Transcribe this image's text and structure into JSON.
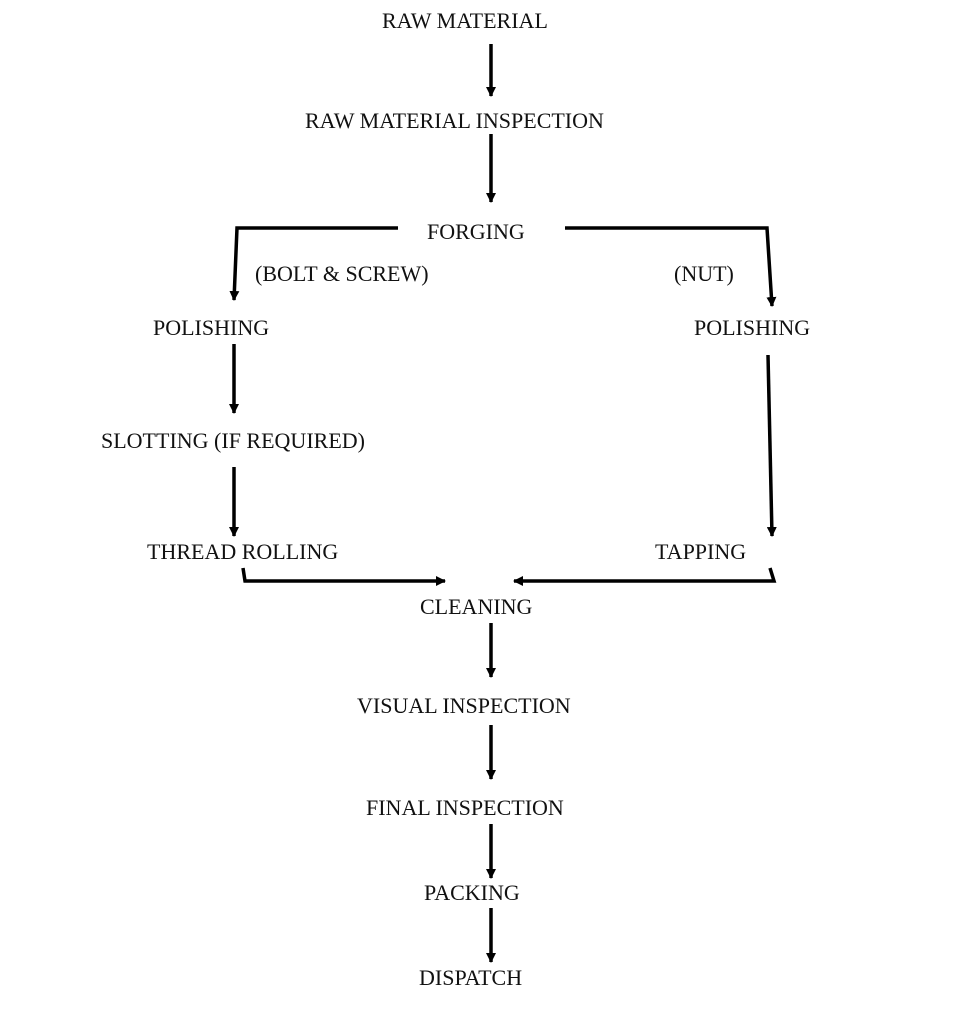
{
  "diagram": {
    "type": "process-flowchart",
    "nodes": {
      "raw_material": "RAW MATERIAL",
      "raw_material_inspection": "RAW MATERIAL INSPECTION",
      "forging": "FORGING",
      "branch_bolt_screw": "(BOLT & SCREW)",
      "branch_nut": "(NUT)",
      "polishing_left": "POLISHING",
      "polishing_right": "POLISHING",
      "slotting": "SLOTTING (IF REQUIRED)",
      "thread_rolling": "THREAD ROLLING",
      "tapping": "TAPPING",
      "cleaning": "CLEANING",
      "visual_inspection": "VISUAL INSPECTION",
      "final_inspection": "FINAL INSPECTION",
      "packing": "PACKING",
      "dispatch": "DISPATCH"
    },
    "edges": [
      [
        "raw_material",
        "raw_material_inspection"
      ],
      [
        "raw_material_inspection",
        "forging"
      ],
      [
        "forging",
        "polishing_left"
      ],
      [
        "forging",
        "polishing_right"
      ],
      [
        "polishing_left",
        "slotting"
      ],
      [
        "slotting",
        "thread_rolling"
      ],
      [
        "polishing_right",
        "tapping"
      ],
      [
        "thread_rolling",
        "cleaning"
      ],
      [
        "tapping",
        "cleaning"
      ],
      [
        "cleaning",
        "visual_inspection"
      ],
      [
        "visual_inspection",
        "final_inspection"
      ],
      [
        "final_inspection",
        "packing"
      ],
      [
        "packing",
        "dispatch"
      ]
    ],
    "line_color": "#000000",
    "text_color": "#111111"
  }
}
